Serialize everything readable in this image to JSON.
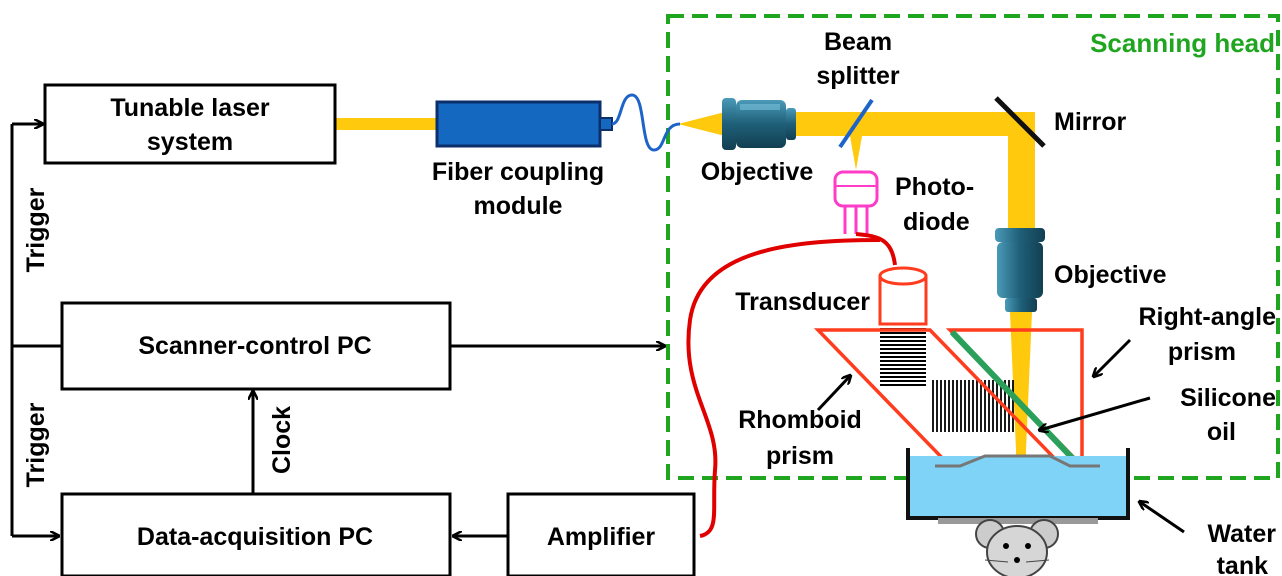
{
  "labels": {
    "scanning_head": "Scanning head",
    "tunable_laser_line1": "Tunable laser",
    "tunable_laser_line2": "system",
    "fiber_coupling_line1": "Fiber coupling",
    "fiber_coupling_line2": "module",
    "objective_left": "Objective",
    "beam_splitter_line1": "Beam",
    "beam_splitter_line2": "splitter",
    "mirror": "Mirror",
    "photodiode_line1": "Photo-",
    "photodiode_line2": "diode",
    "objective_right": "Objective",
    "transducer": "Transducer",
    "right_angle_line1": "Right-angle",
    "right_angle_line2": "prism",
    "silicone_line1": "Silicone",
    "silicone_line2": "oil",
    "rhomboid_line1": "Rhomboid",
    "rhomboid_line2": "prism",
    "water_tank_line1": "Water",
    "water_tank_line2": "tank",
    "scanner_pc": "Scanner-control PC",
    "daq_pc": "Data-acquisition PC",
    "amplifier": "Amplifier",
    "trigger_top": "Trigger",
    "trigger_bottom": "Trigger",
    "clock": "Clock"
  },
  "colors": {
    "beam": "#ffc90e",
    "scan_head_border": "#1fa51f",
    "prism": "#ff3c1e",
    "cable": "#e00000",
    "photodiode": "#ff3cc8",
    "fiber": "#1e64c8",
    "optics": "#2f7f9a",
    "water": "#7fd3f7",
    "silicone": "#2aa05a"
  }
}
